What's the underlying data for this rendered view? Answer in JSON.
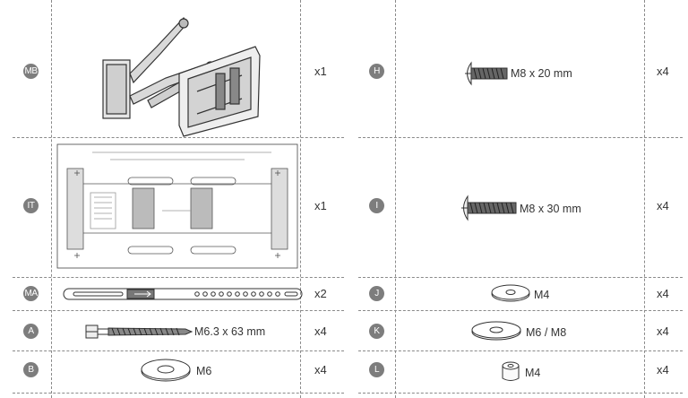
{
  "parts_left": [
    {
      "id": "MB",
      "qty": "x1",
      "label": ""
    },
    {
      "id": "IT",
      "qty": "x1",
      "label": ""
    },
    {
      "id": "MA",
      "qty": "x2",
      "label": ""
    },
    {
      "id": "A",
      "qty": "x4",
      "label": "M6.3 x 63 mm"
    },
    {
      "id": "B",
      "qty": "x4",
      "label": "M6"
    }
  ],
  "parts_right": [
    {
      "id": "H",
      "qty": "x4",
      "label": "M8 x 20 mm"
    },
    {
      "id": "I",
      "qty": "x4",
      "label": "M8 x 30 mm"
    },
    {
      "id": "J",
      "qty": "x4",
      "label": "M4"
    },
    {
      "id": "K",
      "qty": "x4",
      "label": "M6 / M8"
    },
    {
      "id": "L",
      "qty": "x4",
      "label": "M4"
    }
  ],
  "template_icon": "wall-template-drawing",
  "colors": {
    "badge": "#7d7d7d",
    "line": "#8a8a8a",
    "ink": "#333333"
  }
}
